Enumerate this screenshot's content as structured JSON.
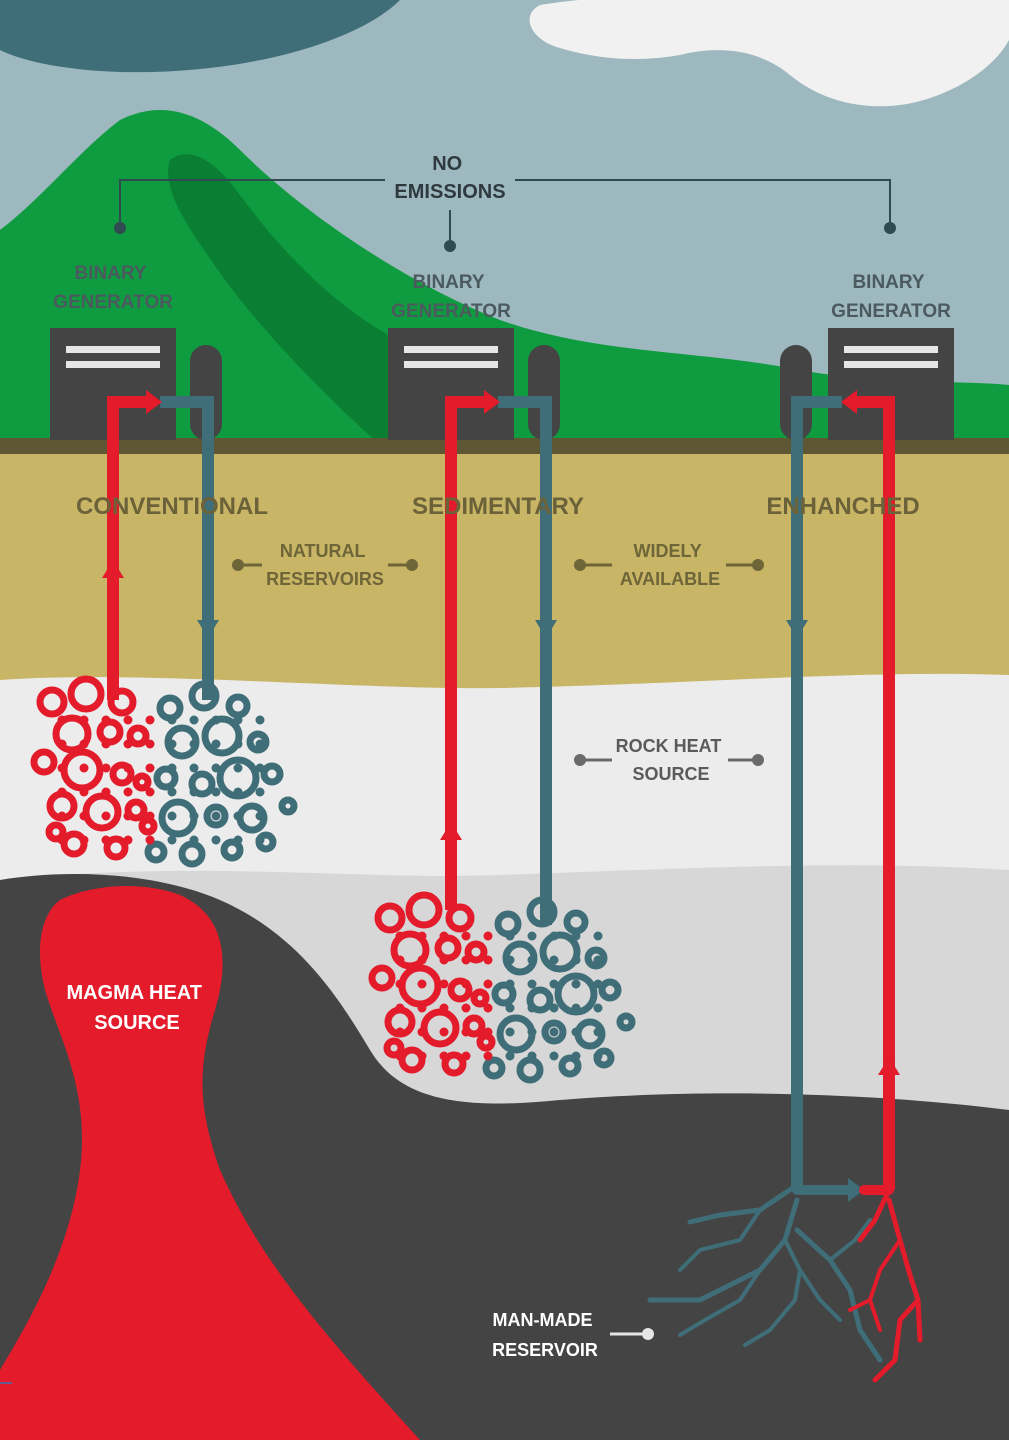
{
  "emissions_label": [
    "NO",
    "EMISSIONS"
  ],
  "generator_label": [
    "BINARY",
    "GENERATOR"
  ],
  "types": {
    "conventional": "CONVENTIONAL",
    "sedimentary": "SEDIMENTARY",
    "enhanced": "ENHANCHED"
  },
  "notes": {
    "natural_reservoirs": [
      "NATURAL",
      "RESERVOIRS"
    ],
    "widely_available": [
      "WIDELY",
      "AVAILABLE"
    ],
    "rock_heat_source": [
      "ROCK HEAT",
      "SOURCE"
    ],
    "magma_heat_source": [
      "MAGMA HEAT",
      "SOURCE"
    ],
    "man_made_reservoir": [
      "MAN-MADE",
      "RESERVOIR"
    ]
  },
  "colors": {
    "sky": "#9eb8bf",
    "hill": "#0f9b3f",
    "ground_line": "#5f5634",
    "sediment": "#c8b566",
    "rock_light": "#ececec",
    "rock_mid": "#d7d7d7",
    "deep_rock": "#444444",
    "magma": "#e31b2b",
    "hot_pipe": "#e31b2b",
    "cold_pipe": "#3f6e78",
    "building": "#444444"
  }
}
